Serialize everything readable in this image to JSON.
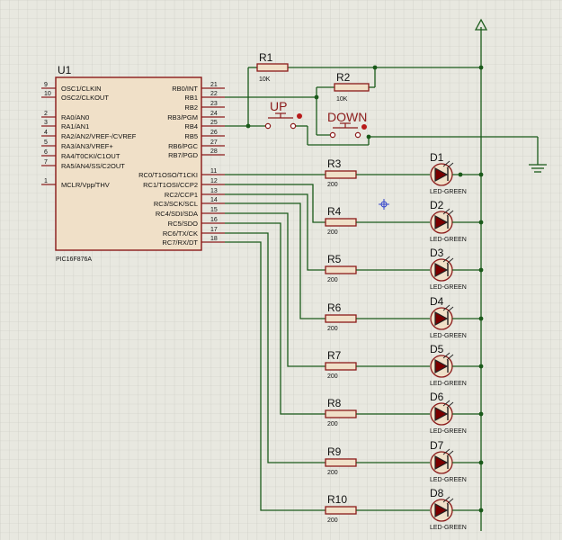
{
  "mcu": {
    "ref": "U1",
    "part": "PIC16F876A",
    "left_pins": [
      {
        "num": "9",
        "name": "OSC1/CLKIN"
      },
      {
        "num": "10",
        "name": "OSC2/CLKOUT"
      },
      {
        "num": "2",
        "name": "RA0/AN0"
      },
      {
        "num": "3",
        "name": "RA1/AN1"
      },
      {
        "num": "4",
        "name": "RA2/AN2/VREF-/CVREF"
      },
      {
        "num": "5",
        "name": "RA3/AN3/VREF+"
      },
      {
        "num": "6",
        "name": "RA4/T0CKI/C1OUT"
      },
      {
        "num": "7",
        "name": "RA5/AN4/SS/C2OUT"
      },
      {
        "num": "1",
        "name": "MCLR/Vpp/THV"
      }
    ],
    "right_pins": [
      {
        "num": "21",
        "name": "RB0/INT"
      },
      {
        "num": "22",
        "name": "RB1"
      },
      {
        "num": "23",
        "name": "RB2"
      },
      {
        "num": "24",
        "name": "RB3/PGM"
      },
      {
        "num": "25",
        "name": "RB4"
      },
      {
        "num": "26",
        "name": "RB5"
      },
      {
        "num": "27",
        "name": "RB6/PGC"
      },
      {
        "num": "28",
        "name": "RB7/PGD"
      },
      {
        "num": "11",
        "name": "RC0/T1OSO/T1CKI"
      },
      {
        "num": "12",
        "name": "RC1/T1OSI/CCP2"
      },
      {
        "num": "13",
        "name": "RC2/CCP1"
      },
      {
        "num": "14",
        "name": "RC3/SCK/SCL"
      },
      {
        "num": "15",
        "name": "RC4/SDI/SDA"
      },
      {
        "num": "16",
        "name": "RC5/SDO"
      },
      {
        "num": "17",
        "name": "RC6/TX/CK"
      },
      {
        "num": "18",
        "name": "RC7/RX/DT"
      }
    ]
  },
  "pullups": [
    {
      "ref": "R1",
      "value": "10K"
    },
    {
      "ref": "R2",
      "value": "10K"
    }
  ],
  "buttons": [
    {
      "label": "UP"
    },
    {
      "label": "DOWN"
    }
  ],
  "channels": [
    {
      "res_ref": "R3",
      "res_val": "200",
      "led_ref": "D1",
      "led_val": "LED-GREEN"
    },
    {
      "res_ref": "R4",
      "res_val": "200",
      "led_ref": "D2",
      "led_val": "LED-GREEN"
    },
    {
      "res_ref": "R5",
      "res_val": "200",
      "led_ref": "D3",
      "led_val": "LED-GREEN"
    },
    {
      "res_ref": "R6",
      "res_val": "200",
      "led_ref": "D4",
      "led_val": "LED-GREEN"
    },
    {
      "res_ref": "R7",
      "res_val": "200",
      "led_ref": "D5",
      "led_val": "LED-GREEN"
    },
    {
      "res_ref": "R8",
      "res_val": "200",
      "led_ref": "D6",
      "led_val": "LED-GREEN"
    },
    {
      "res_ref": "R9",
      "res_val": "200",
      "led_ref": "D7",
      "led_val": "LED-GREEN"
    },
    {
      "res_ref": "R10",
      "res_val": "200",
      "led_ref": "D8",
      "led_val": "LED-GREEN"
    }
  ],
  "colors": {
    "background": "#e8e8e0",
    "grid": "#c8c8c0",
    "wire": "#1a5a1a",
    "component": "#8b1a1a",
    "component_fill": "#f0e0c8",
    "led": "#7a0000"
  }
}
